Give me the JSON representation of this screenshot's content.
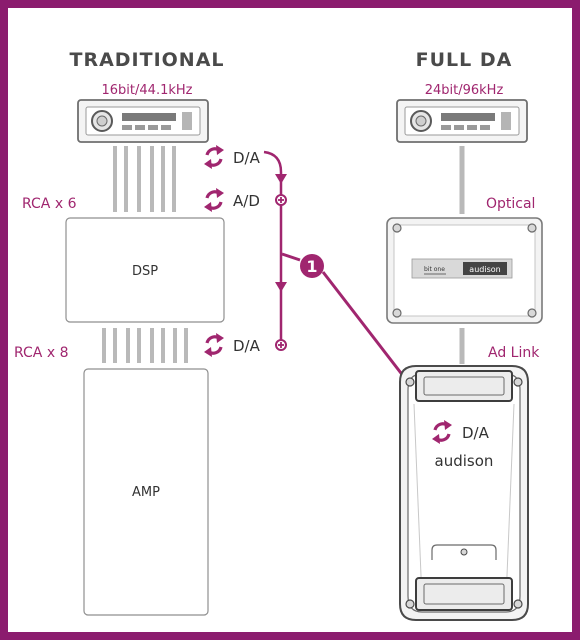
{
  "colors": {
    "frame": "#8b1c6e",
    "accent": "#a0266f",
    "gray_line": "#b9b9b9",
    "box_stroke": "#8f8f8f",
    "text_dark": "#333333",
    "text_header": "#4a4a4a"
  },
  "left": {
    "heading": "TRADITIONAL",
    "source_format": "16bit/44.1kHz",
    "rca_in_label": "RCA x 6",
    "rca_out_label": "RCA x 8",
    "dsp_label": "DSP",
    "amp_label": "AMP",
    "conv_1": "D/A",
    "conv_2": "A/D",
    "conv_3": "D/A"
  },
  "right": {
    "heading": "FULL DA",
    "source_format": "24bit/96kHz",
    "optical_label": "Optical",
    "adlink_label": "Ad Link",
    "conv": "D/A",
    "amp_brand": "audison",
    "processor_model": "bit one",
    "processor_brand": "audison"
  },
  "marker": {
    "number": "1"
  },
  "icons": {
    "head_unit": "car-stereo-icon",
    "converter": "conversion-arrows-icon",
    "processor": "dsp-processor-icon",
    "amplifier": "amplifier-icon"
  }
}
